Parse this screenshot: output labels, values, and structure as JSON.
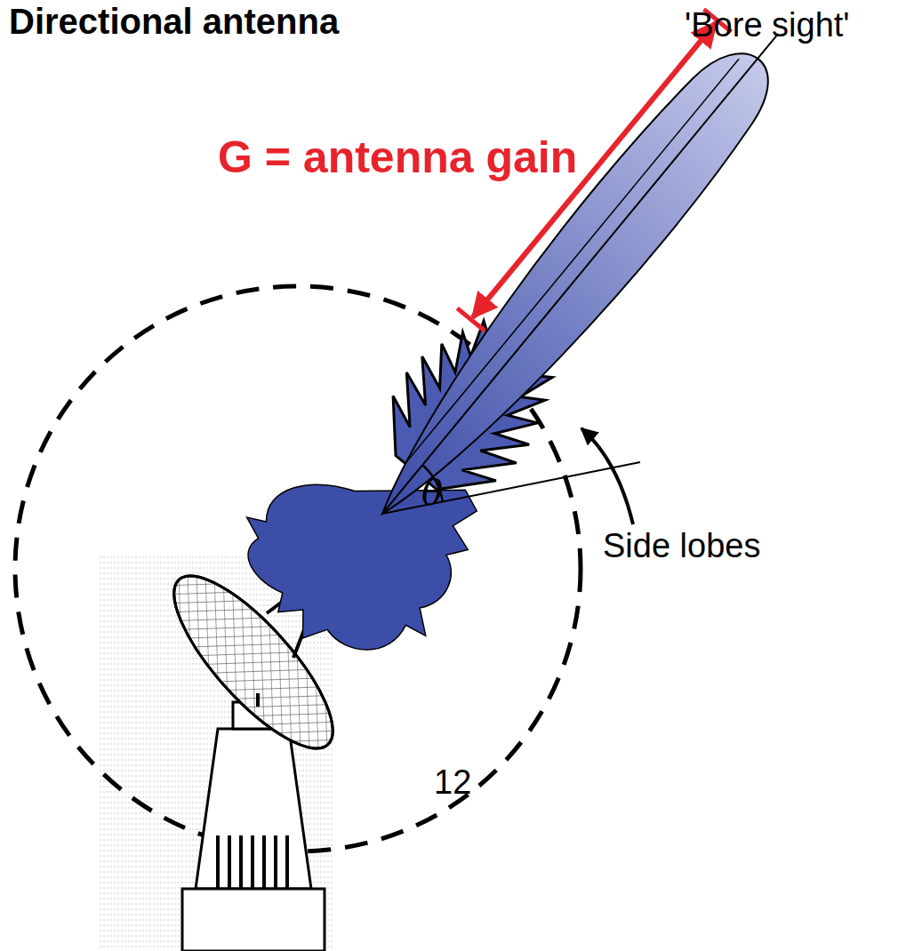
{
  "diagram": {
    "title": "Directional antenna",
    "labels": [
      "'Bore sight'",
      "G = antenna gain",
      "θ",
      "Side lobes",
      "12"
    ]
  }
}
